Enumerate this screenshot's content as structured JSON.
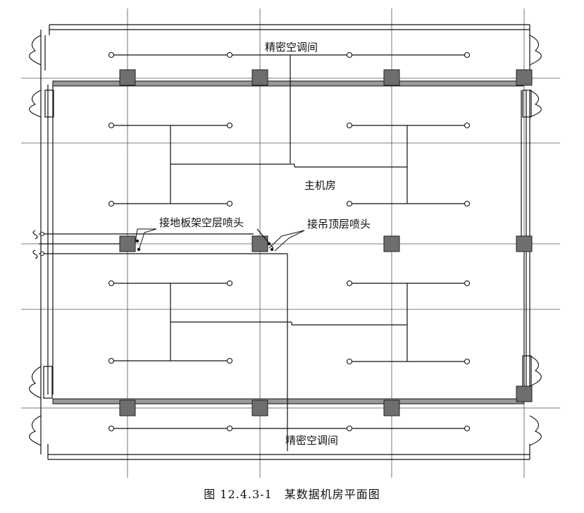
{
  "labels": {
    "ac_room_top": "精密空调间",
    "main_room": "主机房",
    "floor_sprinkler": "接地板架空层喷头",
    "ceiling_sprinkler": "接吊顶层喷头",
    "ac_room_bottom": "精密空调间"
  },
  "caption": "图 12.4.3-1　某数据机房平面图",
  "colors": {
    "line": "#111111",
    "column": "#6e6e6e",
    "hatch": "#777777"
  }
}
